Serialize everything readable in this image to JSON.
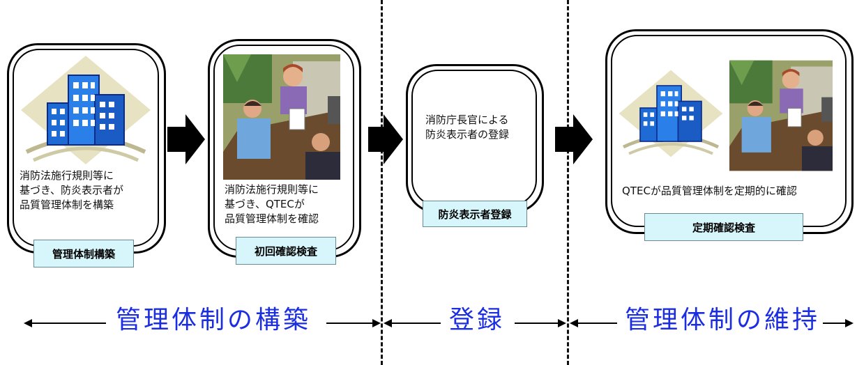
{
  "steps": [
    {
      "description": [
        "消防法施行規則等に",
        "基づき、防炎表示者が",
        "品質管理体制を構築"
      ],
      "tag": "管理体制構築",
      "illustration": "office-buildings-icon"
    },
    {
      "description": [
        "消防法施行規則等に",
        "基づき、QTECが",
        "品質管理体制を確認"
      ],
      "tag": "初回確認検査",
      "illustration": "business-meeting-icon"
    },
    {
      "description": [
        "消防庁長官による",
        "防炎表示者の登録"
      ],
      "tag": "防炎表示者登録"
    },
    {
      "description": [
        "QTECが品質管理体制を定期的に確認"
      ],
      "tag": "定期確認検査",
      "illustration": [
        "office-buildings-icon",
        "business-meeting-icon"
      ]
    }
  ],
  "phases": [
    "管理体制の構築",
    "登録",
    "管理体制の維持"
  ],
  "colors": {
    "phase_text": "#1a2de0",
    "tag_fill": "#d6f6fb"
  }
}
